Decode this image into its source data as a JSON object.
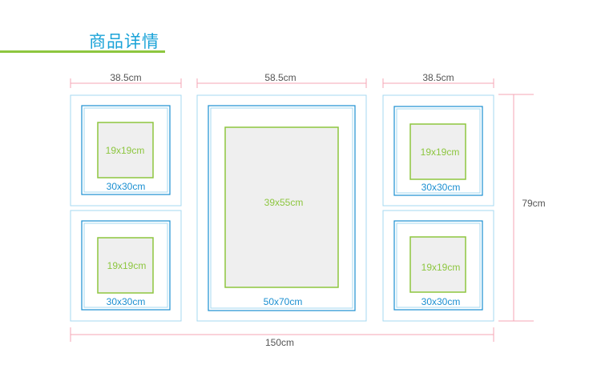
{
  "header": {
    "title": "商品详情"
  },
  "dimensions": {
    "left_width": "38.5cm",
    "center_width": "58.5cm",
    "right_width": "38.5cm",
    "total_height": "79cm",
    "total_width": "150cm"
  },
  "frames": {
    "small_outer": "30x30cm",
    "small_inner": "19x19cm",
    "large_outer": "50x70cm",
    "large_inner": "39x55cm"
  },
  "colors": {
    "title": "#1aa3d8",
    "accent_green": "#8dc63f",
    "frame_blue": "#1a8fd1",
    "dim_pink": "#f4a6b6"
  }
}
